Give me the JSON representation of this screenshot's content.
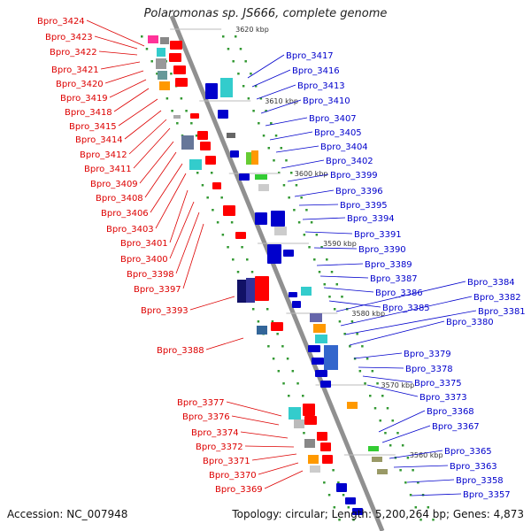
{
  "title": "Polaromonas sp. JS666, complete genome",
  "footer": {
    "accession": "Accession: NC_007948",
    "stats": "Topology: circular; Length: 5,200,264 bp; Genes: 4,873"
  },
  "colors": {
    "left_label": "#dd0000",
    "right_label": "#0000cc",
    "backbone": "#909090",
    "tick": "#339933"
  },
  "kbp_marks": [
    "3620 kbp",
    "3610 kbp",
    "3600 kbp",
    "3590 kbp",
    "3580 kbp",
    "3570 kbp",
    "3560 kbp"
  ],
  "left_genes": [
    "Bpro_3424",
    "Bpro_3423",
    "Bpro_3422",
    "Bpro_3421",
    "Bpro_3420",
    "Bpro_3419",
    "Bpro_3418",
    "Bpro_3415",
    "Bpro_3414",
    "Bpro_3412",
    "Bpro_3411",
    "Bpro_3409",
    "Bpro_3408",
    "Bpro_3406",
    "Bpro_3403",
    "Bpro_3401",
    "Bpro_3400",
    "Bpro_3398",
    "Bpro_3397",
    "Bpro_3393",
    "Bpro_3388",
    "Bpro_3377",
    "Bpro_3376",
    "Bpro_3374",
    "Bpro_3372",
    "Bpro_3371",
    "Bpro_3370",
    "Bpro_3369"
  ],
  "right_genes": [
    "Bpro_3417",
    "Bpro_3416",
    "Bpro_3413",
    "Bpro_3410",
    "Bpro_3407",
    "Bpro_3405",
    "Bpro_3404",
    "Bpro_3402",
    "Bpro_3399",
    "Bpro_3396",
    "Bpro_3395",
    "Bpro_3394",
    "Bpro_3391",
    "Bpro_3390",
    "Bpro_3389",
    "Bpro_3387",
    "Bpro_3386",
    "Bpro_3385",
    "Bpro_3384",
    "Bpro_3382",
    "Bpro_3381",
    "Bpro_3380",
    "Bpro_3379",
    "Bpro_3378",
    "Bpro_3375",
    "Bpro_3373",
    "Bpro_3368",
    "Bpro_3367",
    "Bpro_3365",
    "Bpro_3363",
    "Bpro_3358",
    "Bpro_3357"
  ]
}
